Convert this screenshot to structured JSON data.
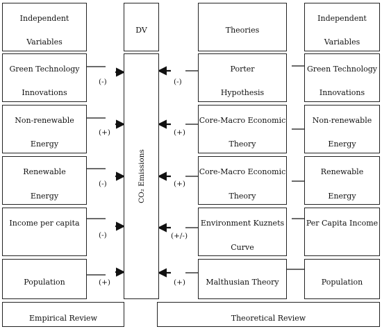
{
  "header": {
    "independent_left": [
      "Independent",
      "Variables"
    ],
    "dv": "DV",
    "theories": "Theories",
    "independent_right": [
      "Independent",
      "Variables"
    ]
  },
  "dv_label": "CO₂ Emissions",
  "rows": [
    {
      "variable": [
        "Green Technology",
        "Innovations"
      ],
      "empirical_sign": "(-)",
      "theory": [
        "Porter",
        "Hypothesis"
      ],
      "theoretical_sign": "(-)",
      "right_variable": [
        "Green Technology",
        "Innovations"
      ]
    },
    {
      "variable": [
        "Non-renewable",
        "Energy"
      ],
      "empirical_sign": "(+)",
      "theory": [
        "Core-Macro Economic",
        "Theory"
      ],
      "theoretical_sign": "(+)",
      "right_variable": [
        "Non-renewable",
        "Energy"
      ]
    },
    {
      "variable": [
        "Renewable",
        "Energy"
      ],
      "empirical_sign": "(-)",
      "theory": [
        "Core-Macro Economic",
        "Theory"
      ],
      "theoretical_sign": "(+)",
      "right_variable": [
        "Renewable",
        "Energy"
      ]
    },
    {
      "variable": [
        "Income per capita",
        ""
      ],
      "empirical_sign": "(-)",
      "theory": [
        "Environment Kuznets",
        "Curve"
      ],
      "theoretical_sign": "(+/-)",
      "right_variable": [
        "Per Capita Income",
        ""
      ]
    },
    {
      "variable": [
        "Population",
        ""
      ],
      "empirical_sign": "(+)",
      "theory": [
        "Malthusian Theory",
        ""
      ],
      "theoretical_sign": "(+)",
      "right_variable": [
        "Population",
        ""
      ]
    }
  ],
  "footer": {
    "empirical": "Empirical Review",
    "theoretical": "Theoretical Review"
  }
}
